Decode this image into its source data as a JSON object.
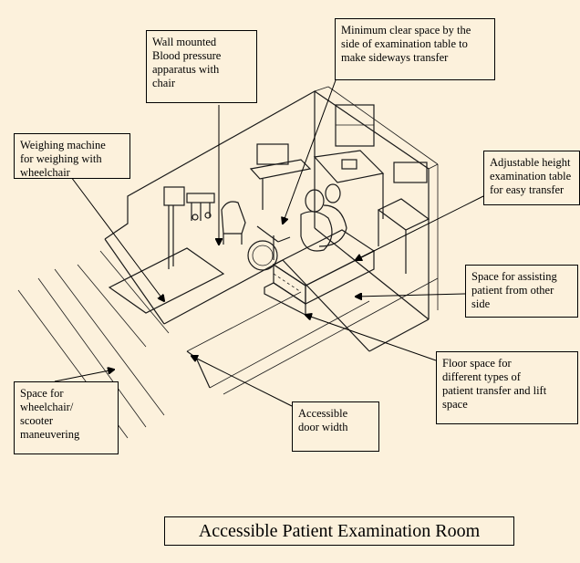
{
  "title": "Accessible Patient Examination Room",
  "callouts": {
    "blood_pressure": "Wall mounted\nBlood pressure\napparatus with\nchair",
    "clear_space": "Minimum clear space by the\nside of examination table to\nmake sideways transfer",
    "weighing": "Weighing machine\nfor weighing with\nwheelchair",
    "exam_table": "Adjustable height\nexamination table\nfor easy transfer",
    "assist_space": "Space for assisting\npatient from other\nside",
    "floor_space": "Floor space for\ndifferent types of\npatient transfer and lift\nspace",
    "door_width": "Accessible\ndoor width",
    "maneuvering": "Space for\nwheelchair/\nscooter\nmaneuvering"
  },
  "colors": {
    "background": "#fcf1dc",
    "line": "#1a1a1a"
  }
}
